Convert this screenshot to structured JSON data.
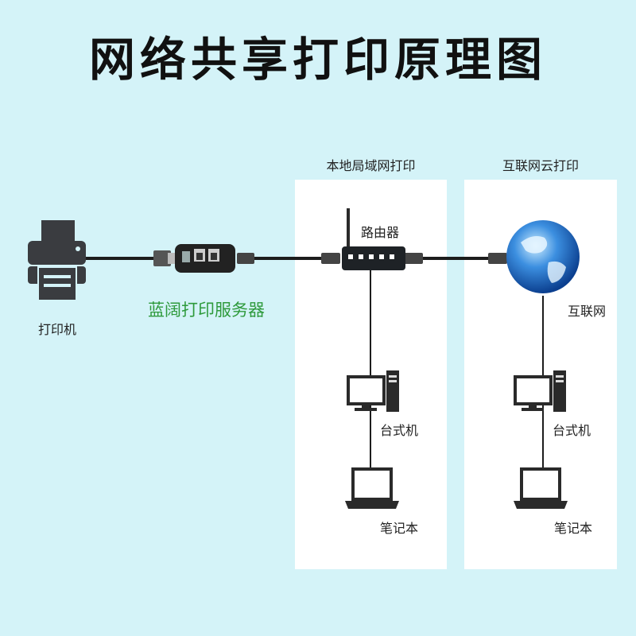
{
  "title": "网络共享打印原理图",
  "panels": {
    "lan_title": "本地局域网打印",
    "cloud_title": "互联网云打印"
  },
  "labels": {
    "printer": "打印机",
    "print_server": "蓝阔打印服务器",
    "router": "路由器",
    "internet": "互联网",
    "lan_desktop": "台式机",
    "lan_laptop": "笔记本",
    "cloud_desktop": "台式机",
    "cloud_laptop": "笔记本"
  },
  "colors": {
    "background": "#d4f3f8",
    "panel": "#ffffff",
    "server_label": "#2e9a3c",
    "device_dark": "#3a3c40",
    "cable": "#1c1c1c",
    "globe_blue": "#1a64c8"
  },
  "icons": [
    "printer-icon",
    "print-server-icon",
    "router-icon",
    "globe-icon",
    "desktop-icon",
    "laptop-icon",
    "ethernet-plug-icon",
    "usb-plug-icon"
  ]
}
